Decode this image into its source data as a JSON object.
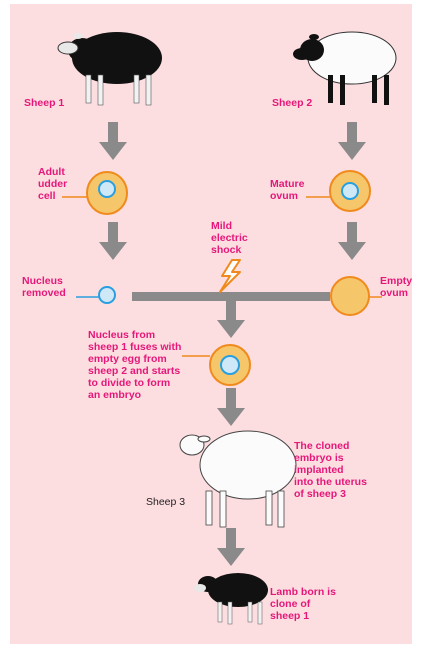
{
  "title": "",
  "colors": {
    "background": "#fcdde0",
    "label": "#e5187a",
    "arrow": "#8a8a8a",
    "cell_fill": "#f6c66b",
    "cell_outline": "#f08a1c",
    "nucleus": "#2a9fe0",
    "shock": "#f08a1c"
  },
  "labels": {
    "sheep1": "Sheep 1",
    "sheep2": "Sheep 2",
    "sheep3": "Sheep 3",
    "adult_udder_cell": "Adult\nudder\ncell",
    "mature_ovum": "Mature\novum",
    "mild_shock": "Mild\nelectric\nshock",
    "nucleus_removed": "Nucleus\nremoved",
    "empty_ovum": "Empty\novum",
    "fusion": "Nucleus from\nsheep 1 fuses with\nempty egg from\nsheep 2 and starts\nto divide to form\nan embryo",
    "implanted": "The cloned\nembryo is\nimplanted\ninto the uterus\nof sheep 3",
    "lamb": "Lamb born is\nclone of\nsheep 1"
  },
  "icons": [
    "black-sheep",
    "white-sheep",
    "white-sheep",
    "black-lamb",
    "lightning-bolt"
  ]
}
